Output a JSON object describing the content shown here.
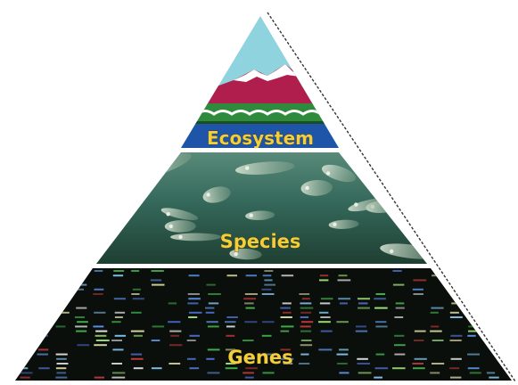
{
  "diagram": {
    "tiers": [
      {
        "id": "ecosystem",
        "label": "Ecosystem"
      },
      {
        "id": "species",
        "label": "Species"
      },
      {
        "id": "genes",
        "label": "Genes"
      }
    ]
  },
  "colors": {
    "sky": "#8fd3de",
    "snow": "#ffffff",
    "mountain": "#b01e4e",
    "hills": "#2f8a3c",
    "water": "#1f55a8",
    "label": "#f2cf3a",
    "separator": "#ffffff",
    "species_background": "#2c5a48",
    "genes_background": "#0b0f0b"
  }
}
